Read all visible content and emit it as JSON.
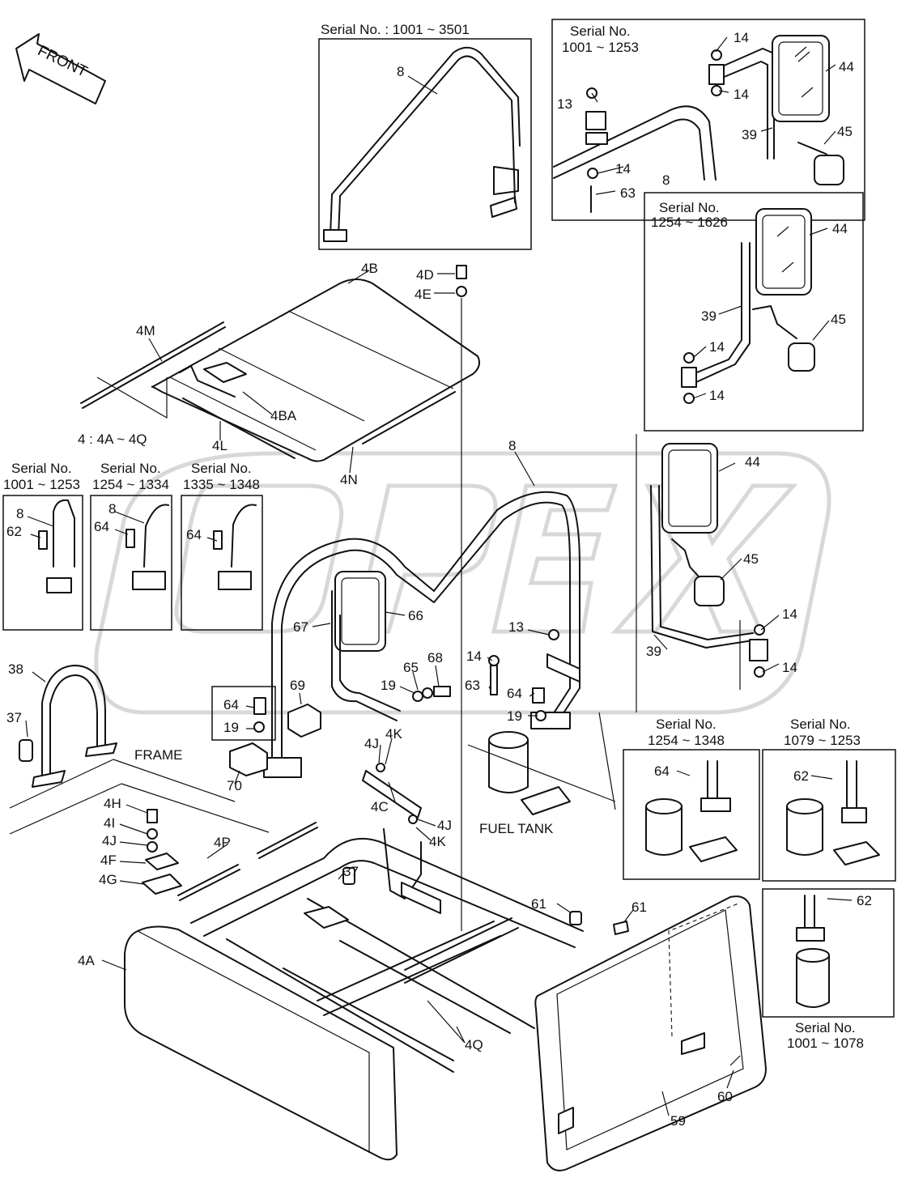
{
  "front_arrow": "FRONT",
  "serial_boxes": {
    "top_center": "Serial No. : 1001 ~ 3501",
    "top_right_a": [
      "Serial No.",
      "1001 ~ 1253"
    ],
    "top_right_b": [
      "Serial No.",
      "1254 ~ 1626"
    ],
    "left_1": [
      "Serial No.",
      "1001 ~ 1253"
    ],
    "left_2": [
      "Serial No.",
      "1254 ~ 1334"
    ],
    "left_3": [
      "Serial No.",
      "1335 ~ 1348"
    ],
    "bottom_right_1": [
      "Serial No.",
      "1254 ~ 1348"
    ],
    "bottom_right_2": [
      "Serial No.",
      "1079 ~ 1253"
    ],
    "bottom_right_3": [
      "Serial No.",
      "1001 ~ 1078"
    ]
  },
  "texts": {
    "frame": "FRAME",
    "fuel_tank": "FUEL TANK",
    "group_note": "4 : 4A ~ 4Q"
  },
  "labels": [
    {
      "id": "l1",
      "text": "8"
    },
    {
      "id": "l2",
      "text": "14"
    },
    {
      "id": "l3",
      "text": "14"
    },
    {
      "id": "l4",
      "text": "44"
    },
    {
      "id": "l5",
      "text": "13"
    },
    {
      "id": "l6",
      "text": "39"
    },
    {
      "id": "l7",
      "text": "45"
    },
    {
      "id": "l8",
      "text": "14"
    },
    {
      "id": "l9",
      "text": "8"
    },
    {
      "id": "l10",
      "text": "63"
    },
    {
      "id": "l11",
      "text": "44"
    },
    {
      "id": "l12",
      "text": "39"
    },
    {
      "id": "l13",
      "text": "45"
    },
    {
      "id": "l14",
      "text": "14"
    },
    {
      "id": "l15",
      "text": "14"
    },
    {
      "id": "l16",
      "text": "4B"
    },
    {
      "id": "l17",
      "text": "4D"
    },
    {
      "id": "l18",
      "text": "4E"
    },
    {
      "id": "l19",
      "text": "4M"
    },
    {
      "id": "l20",
      "text": "4BA"
    },
    {
      "id": "l21",
      "text": "4L"
    },
    {
      "id": "l22",
      "text": "4N"
    },
    {
      "id": "l23",
      "text": "8"
    },
    {
      "id": "l24",
      "text": "44"
    },
    {
      "id": "l25",
      "text": "45"
    },
    {
      "id": "l26",
      "text": "8"
    },
    {
      "id": "l27",
      "text": "62"
    },
    {
      "id": "l28",
      "text": "8"
    },
    {
      "id": "l29",
      "text": "64"
    },
    {
      "id": "l30",
      "text": "64"
    },
    {
      "id": "l31",
      "text": "66"
    },
    {
      "id": "l32",
      "text": "67"
    },
    {
      "id": "l33",
      "text": "13"
    },
    {
      "id": "l34",
      "text": "14"
    },
    {
      "id": "l35",
      "text": "39"
    },
    {
      "id": "l36",
      "text": "14"
    },
    {
      "id": "l37",
      "text": "14"
    },
    {
      "id": "l38",
      "text": "38"
    },
    {
      "id": "l39",
      "text": "65"
    },
    {
      "id": "l40",
      "text": "68"
    },
    {
      "id": "l41",
      "text": "19"
    },
    {
      "id": "l42",
      "text": "63"
    },
    {
      "id": "l43",
      "text": "64"
    },
    {
      "id": "l44",
      "text": "19"
    },
    {
      "id": "l45",
      "text": "69"
    },
    {
      "id": "l46",
      "text": "64"
    },
    {
      "id": "l47",
      "text": "19"
    },
    {
      "id": "l48",
      "text": "37"
    },
    {
      "id": "l49",
      "text": "4J"
    },
    {
      "id": "l50",
      "text": "4K"
    },
    {
      "id": "l51",
      "text": "70"
    },
    {
      "id": "l52",
      "text": "64"
    },
    {
      "id": "l53",
      "text": "62"
    },
    {
      "id": "l54",
      "text": "4H"
    },
    {
      "id": "l55",
      "text": "4C"
    },
    {
      "id": "l56",
      "text": "4I"
    },
    {
      "id": "l57",
      "text": "4J"
    },
    {
      "id": "l58",
      "text": "4J"
    },
    {
      "id": "l59",
      "text": "4K"
    },
    {
      "id": "l60",
      "text": "4P"
    },
    {
      "id": "l61",
      "text": "4F"
    },
    {
      "id": "l62",
      "text": "37"
    },
    {
      "id": "l63",
      "text": "4G"
    },
    {
      "id": "l64",
      "text": "62"
    },
    {
      "id": "l65",
      "text": "61"
    },
    {
      "id": "l66",
      "text": "61"
    },
    {
      "id": "l67",
      "text": "4A"
    },
    {
      "id": "l68",
      "text": "4Q"
    },
    {
      "id": "l69",
      "text": "60"
    },
    {
      "id": "l70",
      "text": "59"
    }
  ]
}
